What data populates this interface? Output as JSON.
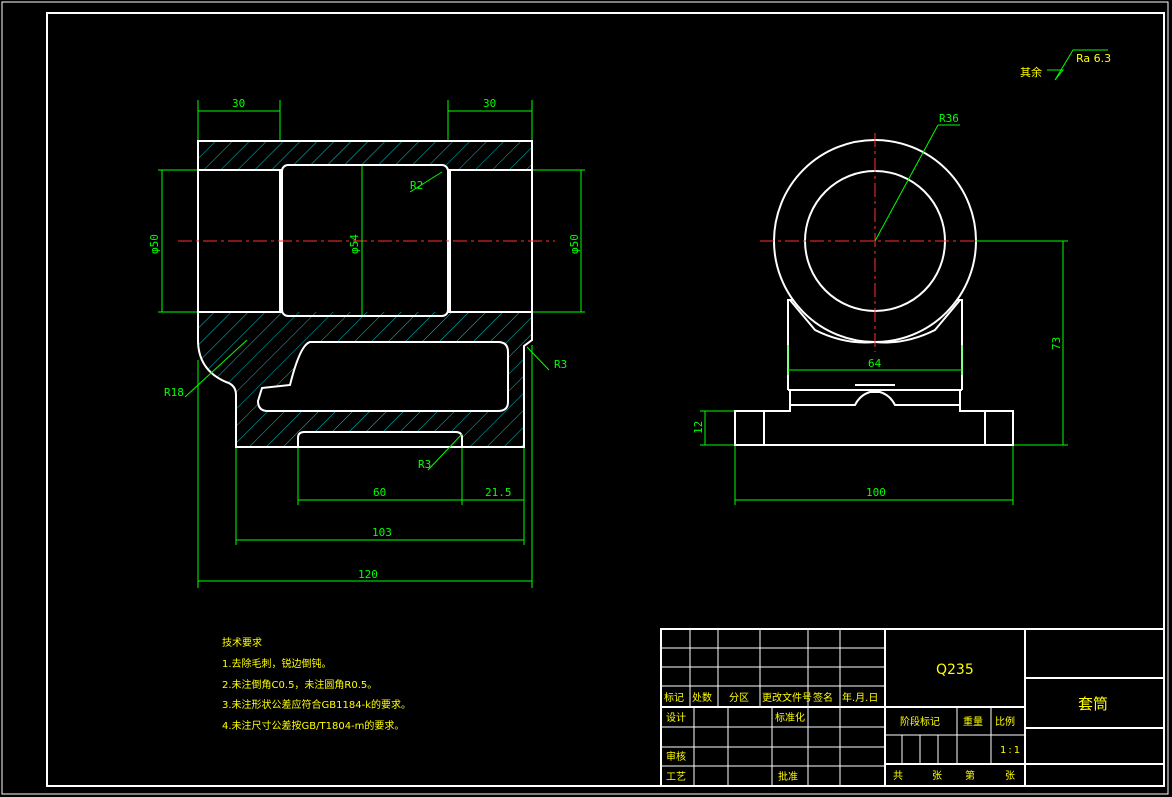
{
  "drawing": {
    "roughness": {
      "prefix": "其余",
      "value": "Ra 6.3"
    },
    "front_view": {
      "dims": {
        "top_left": "30",
        "top_right": "30",
        "dia_left": "φ50",
        "dia_mid": "φ54",
        "dia_right": "φ50",
        "r2": "R2",
        "r18": "R18",
        "r3_right": "R3",
        "r3_bottom": "R3",
        "w60": "60",
        "w215": "21.5",
        "w103": "103",
        "w120": "120"
      }
    },
    "side_view": {
      "dims": {
        "r36": "R36",
        "w64": "64",
        "h73": "73",
        "h12": "12",
        "w100": "100"
      }
    }
  },
  "tech_notes": {
    "title": "技术要求",
    "items": [
      "1.去除毛刺，锐边倒钝。",
      "2.未注倒角C0.5，未注圆角R0.5。",
      "3.未注形状公差应符合GB1184-k的要求。",
      "4.未注尺寸公差按GB/T1804-m的要求。"
    ]
  },
  "title_block": {
    "material": "Q235",
    "part_name": "套筒",
    "rev_headers": [
      "标记",
      "处数",
      "分区",
      "更改文件号",
      "签名",
      "年.月.日"
    ],
    "design": "设计",
    "standardize": "标准化",
    "review": "审核",
    "process": "工艺",
    "approve": "批准",
    "stage": "阶段标记",
    "weight": "重量",
    "scale": "比例",
    "scale_value": "1:1",
    "total": "共",
    "sheet": "张",
    "page": "第",
    "sheet2": "张"
  },
  "colors": {
    "line": "#ffffff",
    "dim": "#00ff00",
    "center": "#ff3030",
    "hatch": "#00c8c8",
    "text": "#ffff00"
  }
}
